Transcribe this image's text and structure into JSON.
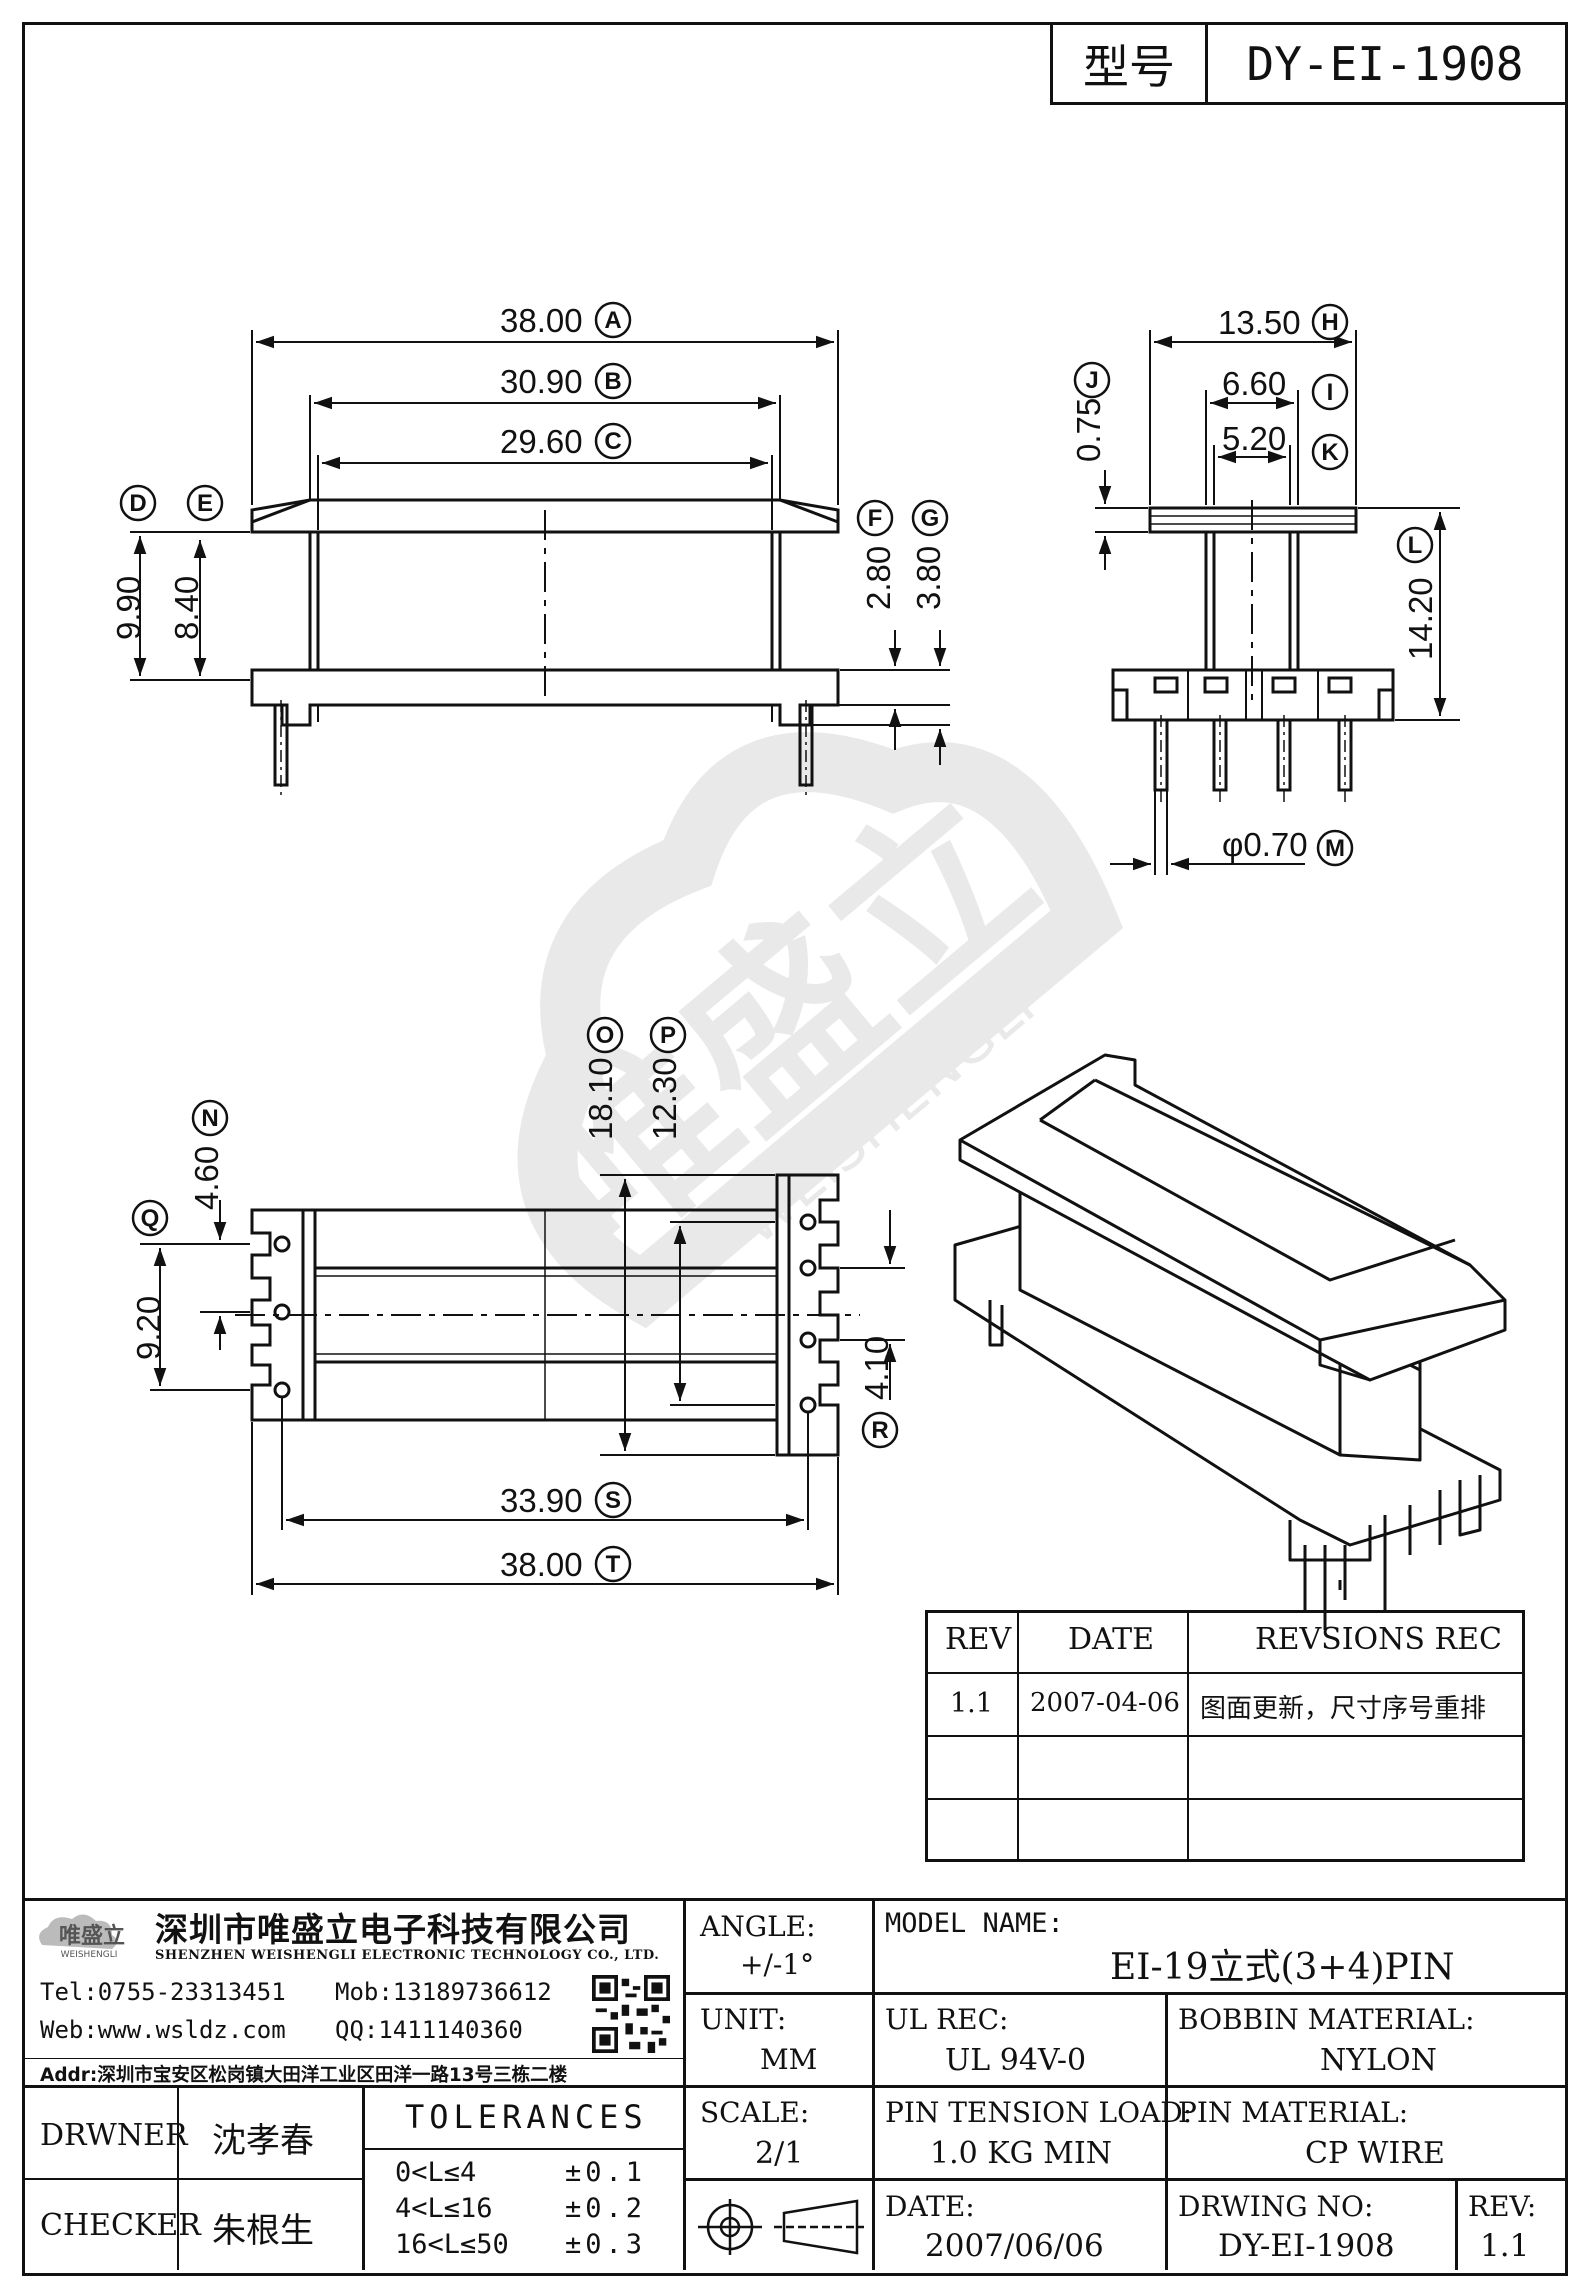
{
  "header": {
    "model_label": "型号",
    "model_value": "DY-EI-1908"
  },
  "dims": {
    "A": "38.00",
    "B": "30.90",
    "C": "29.60",
    "D": "9.90",
    "E": "8.40",
    "F": "2.80",
    "G": "3.80",
    "H": "13.50",
    "I": "6.60",
    "J": "0.75",
    "K": "5.20",
    "L": "14.20",
    "M": "φ0.70",
    "N": "4.60",
    "O": "18.10",
    "P": "12.30",
    "Q": "9.20",
    "R": "4.10",
    "S": "33.90",
    "T": "38.00"
  },
  "letters": [
    "A",
    "B",
    "C",
    "D",
    "E",
    "F",
    "G",
    "H",
    "I",
    "J",
    "K",
    "L",
    "M",
    "N",
    "O",
    "P",
    "Q",
    "R",
    "S",
    "T"
  ],
  "watermark": {
    "cn": "唯盛立",
    "en": "WEISHENGLI"
  },
  "revision_table": {
    "headers": [
      "REV",
      "DATE",
      "REVSIONS REC"
    ],
    "rows": [
      [
        "1.1",
        "2007-04-06",
        "图面更新，尺寸序号重排"
      ],
      [
        "",
        "",
        ""
      ],
      [
        "",
        "",
        ""
      ]
    ]
  },
  "company": {
    "logo_text": "唯盛立",
    "logo_sub": "WEISHENGLI",
    "name_cn": "深圳市唯盛立电子科技有限公司",
    "name_en": "SHENZHEN WEISHENGLI ELECTRONIC TECHNOLOGY CO., LTD.",
    "tel": "Tel:0755-23313451",
    "mob": "Mob:13189736612",
    "web": "Web:www.wsldz.com",
    "qq": "QQ:1411140360",
    "addr": "Addr:深圳市宝安区松岗镇大田洋工业区田洋一路13号三栋二楼"
  },
  "title_block": {
    "angle_label": "ANGLE:",
    "angle_value": "+/-1°",
    "model_name_label": "MODEL NAME:",
    "model_name_value": "EI-19立式(3+4)PIN",
    "unit_label": "UNIT:",
    "unit_value": "MM",
    "ul_rec_label": "UL REC:",
    "ul_rec_value": "UL 94V-0",
    "bobbin_material_label": "BOBBIN MATERIAL:",
    "bobbin_material_value": "NYLON",
    "scale_label": "SCALE:",
    "scale_value": "2/1",
    "pin_tension_label": "PIN TENSION LOAD:",
    "pin_tension_value": "1.0 KG MIN",
    "pin_material_label": "PIN MATERIAL:",
    "pin_material_value": "CP WIRE",
    "date_label": "DATE:",
    "date_value": "2007/06/06",
    "drawing_no_label": "DRWING NO:",
    "drawing_no_value": "DY-EI-1908",
    "rev_label": "REV:",
    "rev_value": "1.1",
    "drawner_label": "DRWNER",
    "drawner_value": "沈孝春",
    "checker_label": "CHECKER",
    "checker_value": "朱根生",
    "tolerances_title": "TOLERANCES",
    "tolerances": [
      {
        "range": "0<L≤4",
        "value": "±0.1"
      },
      {
        "range": "4<L≤16",
        "value": "±0.2"
      },
      {
        "range": "16<L≤50",
        "value": "±0.3"
      }
    ]
  }
}
